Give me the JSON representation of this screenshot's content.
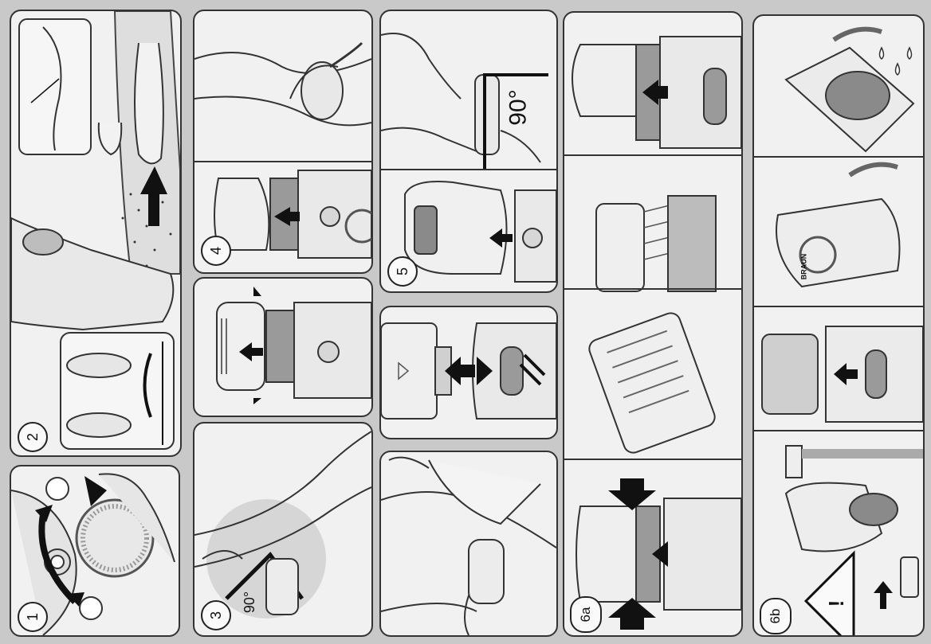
{
  "steps": {
    "s1": "1",
    "s2": "2",
    "s3": "3",
    "s4": "4",
    "s5": "5",
    "s6a": "6a",
    "s6b": "6b"
  },
  "angles": {
    "step3_angle": "90°",
    "step5_angle": "90°"
  },
  "brand": "BRAUN",
  "colors": {
    "background": "#c9c9c9",
    "panel": "#f1f1f1",
    "line": "#333333"
  }
}
